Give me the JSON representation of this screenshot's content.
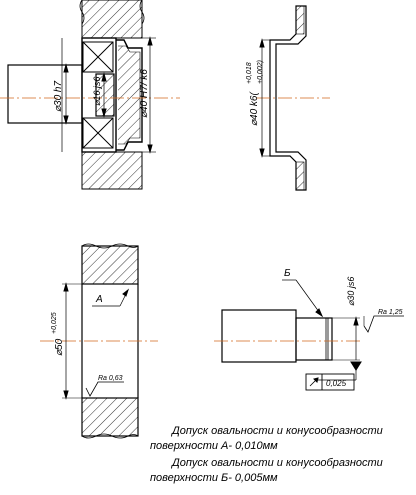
{
  "views": {
    "bearing_view": {
      "dim_shaft": "⌀30 h7",
      "dim_bore": "⌀16 js6",
      "dim_housing": "⌀40 H7/ k6"
    },
    "cup_view": {
      "dim_cup": "⌀40 k6(",
      "dim_cup_tol": "+0,018",
      "dim_cup_tol2": "+0,002)"
    },
    "housing_view": {
      "dim_bore": "⌀50",
      "dim_bore_tol": "+0,025",
      "label_a": "А",
      "roughness": "Ra 0,63"
    },
    "shaft_view": {
      "label_b": "Б",
      "dim_shaft": "⌀30 js6",
      "roughness": "Ra 1,25",
      "runout_tol": "0,025"
    }
  },
  "notes": [
    {
      "line1": "Допуск овальности и конусообразности",
      "line2": "поверхности А- 0,010мм"
    },
    {
      "line1": "Допуск овальности и конусообразности",
      "line2": "поверхности Б- 0,005мм"
    }
  ]
}
